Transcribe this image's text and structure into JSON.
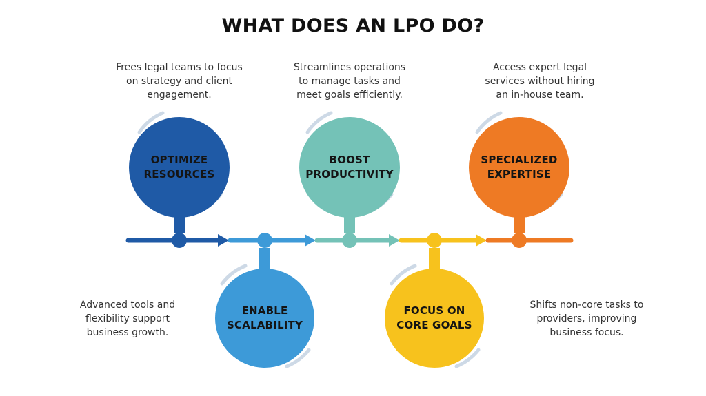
{
  "title": "WHAT DOES AN LPO DO?",
  "steps": [
    {
      "label": "OPTIMIZE\nRESOURCES",
      "description": "Frees legal teams to focus\non strategy and client\nengagement.",
      "color": "#1f5aa6"
    },
    {
      "label": "ENABLE\nSCALABILITY",
      "description": "Advanced tools and\nflexibility support\nbusiness growth.",
      "color": "#3d9ad8"
    },
    {
      "label": "BOOST\nPRODUCTIVITY",
      "description": "Streamlines operations\nto manage tasks and\nmeet goals efficiently.",
      "color": "#74c2b7"
    },
    {
      "label": "FOCUS ON\nCORE GOALS",
      "description": "Shifts non-core tasks to\nproviders, improving\nbusiness focus.",
      "color": "#f7c21d"
    },
    {
      "label": "SPECIALIZED\nEXPERTISE",
      "description": "Access expert legal\nservices without hiring\nan in-house team.",
      "color": "#ee7a24"
    }
  ],
  "connector_color": "#1f5aa6"
}
